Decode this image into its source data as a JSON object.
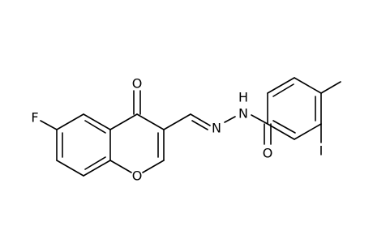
{
  "molecule": {
    "atom_labels": {
      "fluorine": "F",
      "carbonyl_oxygen": "O",
      "ring_oxygen": "O",
      "hydrazone_n_imine": "N",
      "hydrazone_nh": "H",
      "hydrazone_n_amide": "N",
      "amide_oxygen": "O",
      "iodine": "I"
    }
  }
}
